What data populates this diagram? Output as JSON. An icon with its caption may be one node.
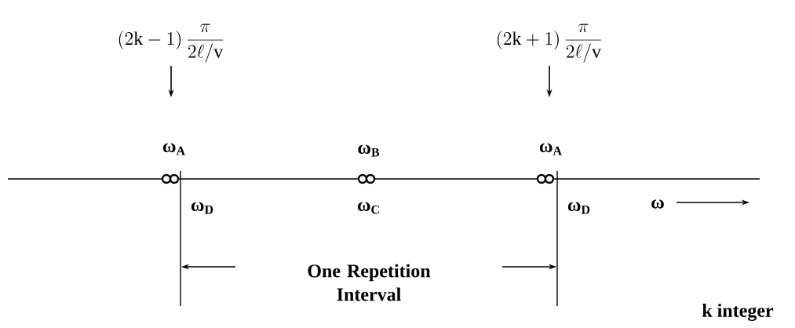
{
  "diagram": {
    "nodes": [
      {
        "text": [
          "(2\\mathrm{k} - 1)\\,\\frac{\\pi}{2\\ell/\\mathrm{v}}"
        ]
      },
      {
        "text": [
          "(2\\mathrm{k} + 1)\\,\\frac{\\pi}{2\\ell/\\mathrm{v}}"
        ]
      }
    ],
    "edges": [
      {
        "from": 0,
        "to": null,
        "arrow": "to"
      },
      {
        "from": 1,
        "to": null,
        "arrow": "to"
      }
    ],
    "labels": [
      "ω$_{A}$",
      "ω$_{B}$",
      "ω$_{A}$",
      "ω$_{D}$",
      "ω$_{C}$",
      "ω$_{D}$",
      "ω",
      "One Repetition Interval",
      "k integer"
    ]
  }
}
